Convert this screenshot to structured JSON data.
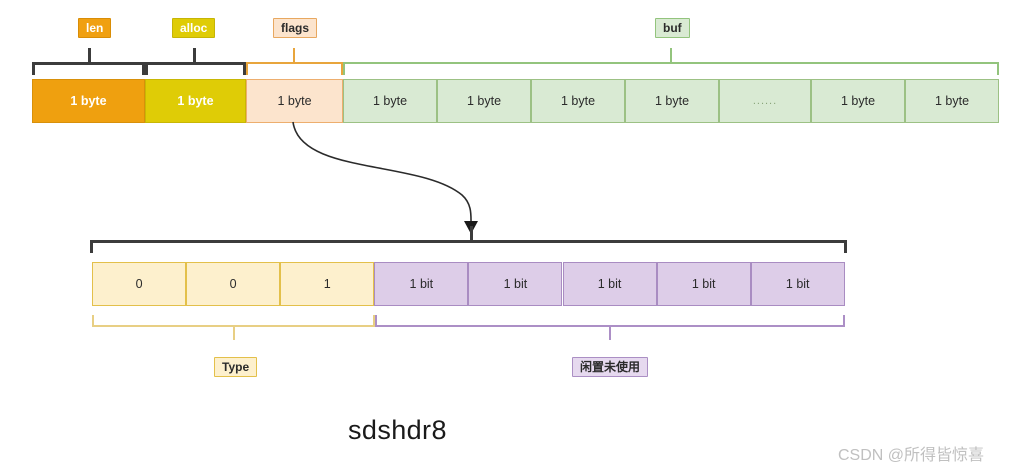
{
  "diagram": {
    "title": "sdshdr8",
    "watermark": "CSDN @所得皆惊喜"
  },
  "byte_row": {
    "cells": [
      {
        "label": "1 byte",
        "kind": "len"
      },
      {
        "label": "1 byte",
        "kind": "alloc"
      },
      {
        "label": "1 byte",
        "kind": "flags"
      },
      {
        "label": "1 byte",
        "kind": "buf"
      },
      {
        "label": "1 byte",
        "kind": "buf"
      },
      {
        "label": "1 byte",
        "kind": "buf"
      },
      {
        "label": "1 byte",
        "kind": "buf"
      },
      {
        "label": "......",
        "kind": "dots"
      },
      {
        "label": "1 byte",
        "kind": "buf"
      },
      {
        "label": "1 byte",
        "kind": "buf"
      }
    ],
    "brackets": [
      {
        "label": "len",
        "color": "#f0a011"
      },
      {
        "label": "alloc",
        "color": "#dfcc06"
      },
      {
        "label": "flags",
        "color": "#e8a53c"
      },
      {
        "label": "buf",
        "color": "#93c47d"
      }
    ]
  },
  "bit_row": {
    "cells": [
      {
        "label": "0",
        "kind": "type"
      },
      {
        "label": "0",
        "kind": "type"
      },
      {
        "label": "1",
        "kind": "type"
      },
      {
        "label": "1 bit",
        "kind": "idle"
      },
      {
        "label": "1 bit",
        "kind": "idle"
      },
      {
        "label": "1 bit",
        "kind": "idle"
      },
      {
        "label": "1 bit",
        "kind": "idle"
      },
      {
        "label": "1 bit",
        "kind": "idle"
      }
    ],
    "brackets": [
      {
        "label": "Type",
        "color": "#e8cf84"
      },
      {
        "label": "闲置未使用",
        "color": "#ac8fc6"
      }
    ]
  },
  "colors": {
    "len": "#efa00f",
    "alloc": "#dfcc06",
    "flags": "#fce4cd",
    "buf": "#d9ead3",
    "type": "#fdf0cd",
    "idle": "#ddcde8",
    "bracket_black": "#3c3c3c",
    "arrow": "#2b2b2b"
  }
}
